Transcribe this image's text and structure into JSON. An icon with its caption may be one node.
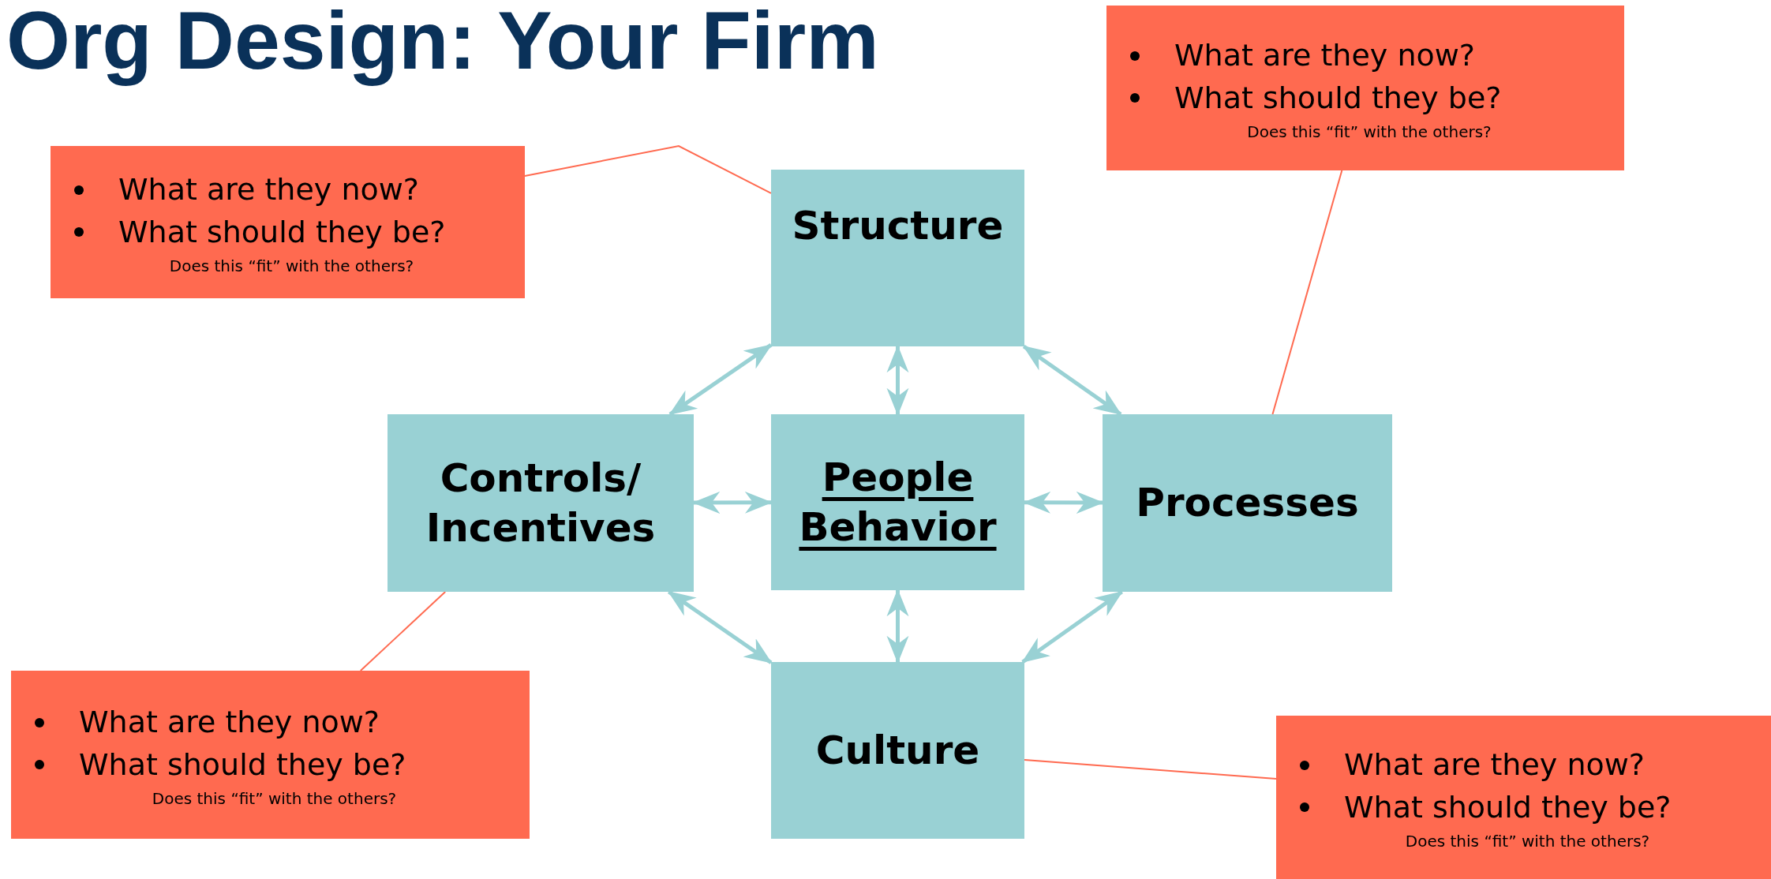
{
  "diagram": {
    "title": "Org Design: Your Firm",
    "nodes": [
      {
        "text": [
          "Structure"
        ]
      },
      {
        "text": [
          "Controls/ Incentives"
        ]
      },
      {
        "text": [
          "People Behavior"
        ]
      },
      {
        "text": [
          "Processes"
        ]
      },
      {
        "text": [
          "Culture"
        ]
      },
      {
        "text": [
          "What are they now?",
          "What should they be?",
          "Does this “fit” with the others?"
        ]
      },
      {
        "text": [
          "What are they now?",
          "What should they be?",
          "Does this “fit” with the others?"
        ]
      },
      {
        "text": [
          "What are they now?",
          "What should they be?",
          "Does this “fit” with the others?"
        ]
      },
      {
        "text": [
          "What are they now?",
          "What should they be?",
          "Does this “fit” with the others?"
        ]
      }
    ],
    "edges": [
      {
        "from": 1,
        "to": 0,
        "arrow": "both"
      },
      {
        "from": 0,
        "to": 3,
        "arrow": "both"
      },
      {
        "from": 0,
        "to": 2,
        "arrow": "both"
      },
      {
        "from": 1,
        "to": 2,
        "arrow": "both"
      },
      {
        "from": 2,
        "to": 3,
        "arrow": "both"
      },
      {
        "from": 2,
        "to": 4,
        "arrow": "both"
      },
      {
        "from": 1,
        "to": 4,
        "arrow": "both"
      },
      {
        "from": 3,
        "to": 4,
        "arrow": "both"
      },
      {
        "from": 5,
        "to": 0,
        "arrow": "none",
        "color": "#ff6a50"
      },
      {
        "from": 6,
        "to": 3,
        "arrow": "none",
        "color": "#ff6a50"
      },
      {
        "from": 7,
        "to": 1,
        "arrow": "none",
        "color": "#ff6a50"
      },
      {
        "from": 8,
        "to": 4,
        "arrow": "none",
        "color": "#ff6a50"
      }
    ]
  }
}
